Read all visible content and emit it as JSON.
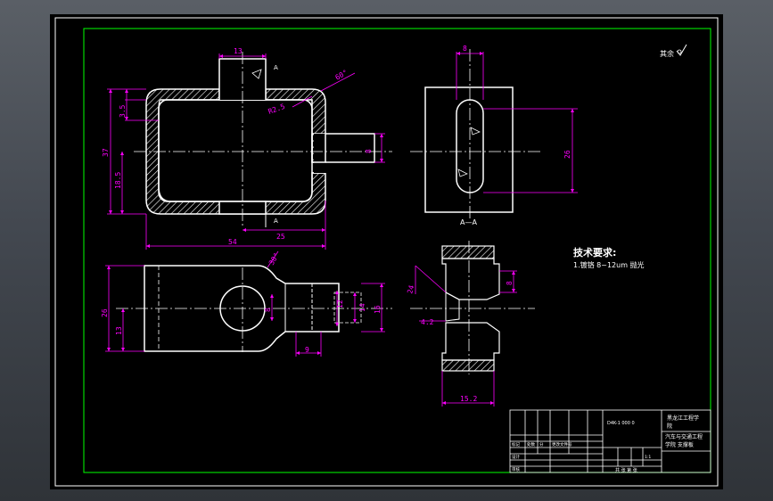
{
  "drawing": {
    "front_view": {
      "section_marker": "A",
      "section_marker_bottom": "A",
      "dimensions": {
        "top_slot_width": "13",
        "thickness_35": "3.5",
        "overall_height_37": "37",
        "inner_height_185": "18.5",
        "corner_radius": "R2.5",
        "chamfer_angle": "60°",
        "tab_width": "8",
        "overall_width": "54",
        "tab_offset": "25"
      }
    },
    "side_view": {
      "slot_width": "8",
      "height_26": "26",
      "section_label": "A—A"
    },
    "bottom_view": {
      "dimensions": {
        "height_26": "26",
        "height_13": "13",
        "angle_30": "30°",
        "d8": "8",
        "d12": "12",
        "d14": "14",
        "d16": "16",
        "len_9": "9"
      }
    },
    "section_view": {
      "angle_24": "24",
      "len_42": "4.2",
      "len_8": "8",
      "width_152": "15.2"
    },
    "technical_requirements": {
      "title": "技术要求:",
      "line1": "1.镀铬 8~12um 抛光"
    },
    "surface_finish_note": "其余",
    "title_block": {
      "drawing_no": "D4K-1 000 0",
      "company_line1": "黑龙江工程学",
      "company_line2": "院",
      "part_name_line1": "汽车与交通工程",
      "part_name_line2": "学院 支撑板",
      "row_labels": [
        "标记",
        "处数",
        "分",
        "更改文件号"
      ],
      "row_labels2": [
        "设计",
        "审核"
      ],
      "scale": "1:1",
      "sheet": "共 张 第 张"
    }
  }
}
